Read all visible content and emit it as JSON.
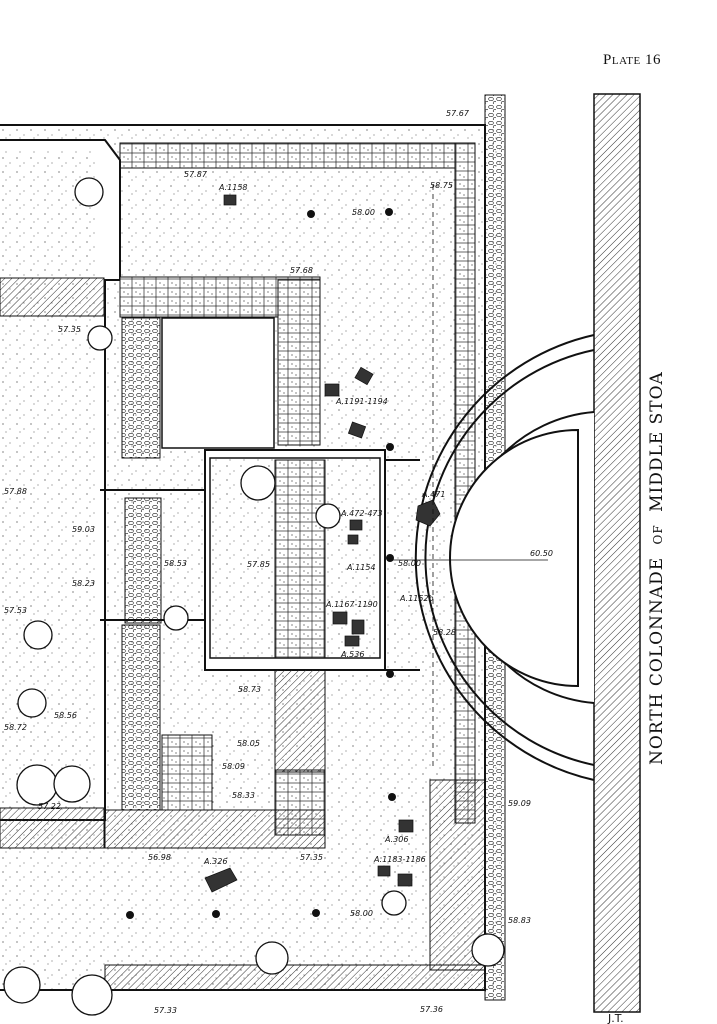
{
  "plate": "Plate 16",
  "stoa_title": {
    "part1": "NORTH COLONNADE",
    "part2": "OF",
    "part3": "MIDDLE STOA"
  },
  "elevations": [
    "57.67",
    "57.87",
    "58.75",
    "58.00",
    "57.68",
    "57.35",
    "57.88",
    "59.03",
    "58.53",
    "57.85",
    "58.00",
    "60.50",
    "58.23",
    "57.53",
    "58.28",
    "58.73",
    "58.05",
    "58.09",
    "58.33",
    "58.56",
    "58.72",
    "57.22",
    "56.98",
    "57.35",
    "59.09",
    "58.00",
    "58.83",
    "57.33",
    "57.36"
  ],
  "finds": [
    "A.1158",
    "A.1191-1194",
    "A.471",
    "A.472-473",
    "A.1154",
    "A.1152b",
    "A.1167-1190",
    "A.536",
    "A.306",
    "A.326",
    "A.1183-1186"
  ],
  "footer_mark": "J.T.",
  "colors": {
    "ink": "#111111",
    "paper": "#ffffff",
    "hatch": "#333333"
  }
}
